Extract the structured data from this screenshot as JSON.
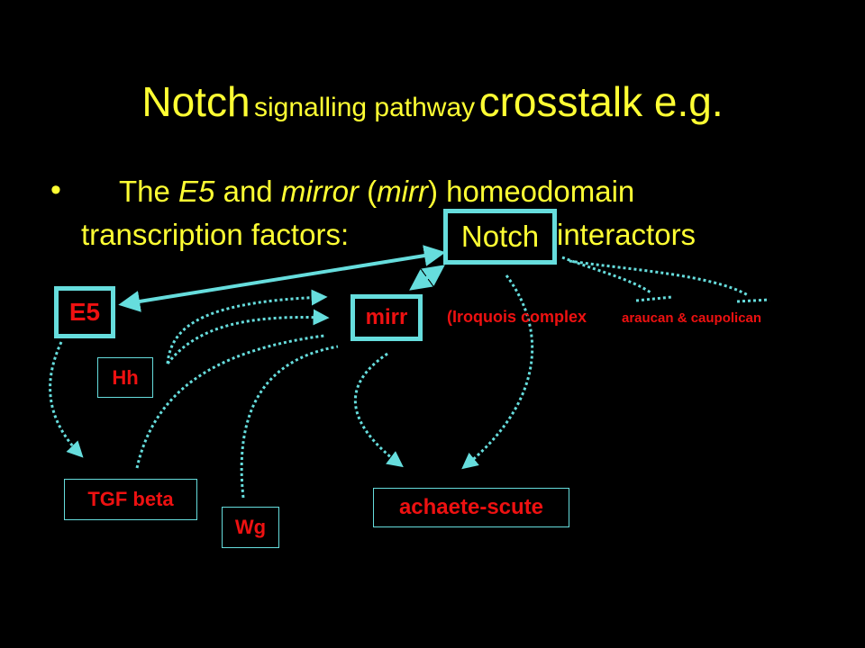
{
  "title": {
    "word1": "Notch",
    "middle": "signalling pathway",
    "word2": "crosstalk e.g."
  },
  "bullet": {
    "symbol": "•",
    "seg_the": "The ",
    "seg_e5": "E5",
    "seg_and": " and ",
    "seg_mirror": "mirror",
    "seg_paren_open": " (",
    "seg_mirr": "mirr",
    "seg_rest": ") homeodomain",
    "line2_prefix": "transcription factors:",
    "notch_word": "Notch",
    "line2_suffix": " interactors"
  },
  "nodes": {
    "e5": "E5",
    "mirr": "mirr",
    "hh": "Hh",
    "tgf": "TGF beta",
    "wg": "Wg",
    "achaete_scute": "achaete-scute"
  },
  "iroquois": {
    "main": "(Iroquois complex",
    "sub": "araucan & caupolican"
  },
  "colors": {
    "background": "#000000",
    "text_yellow": "#ffff33",
    "node_red": "#ee1111",
    "arrow_cyan": "#66dddd"
  }
}
